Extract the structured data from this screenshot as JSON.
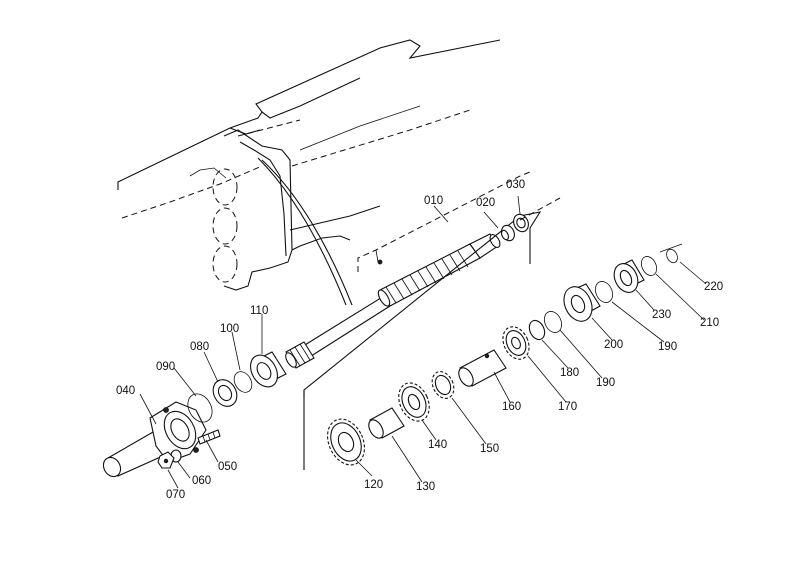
{
  "labels": {
    "p010": "010",
    "p020": "020",
    "p030": "030",
    "p040": "040",
    "p050": "050",
    "p060": "060",
    "p070": "070",
    "p080": "080",
    "p090": "090",
    "p100": "100",
    "p110": "110",
    "p120": "120",
    "p130": "130",
    "p140": "140",
    "p150": "150",
    "p160": "160",
    "p170": "170",
    "p180": "180",
    "p190a": "190",
    "p190b": "190",
    "p200": "200",
    "p210": "210",
    "p220": "220",
    "p230": "230"
  }
}
